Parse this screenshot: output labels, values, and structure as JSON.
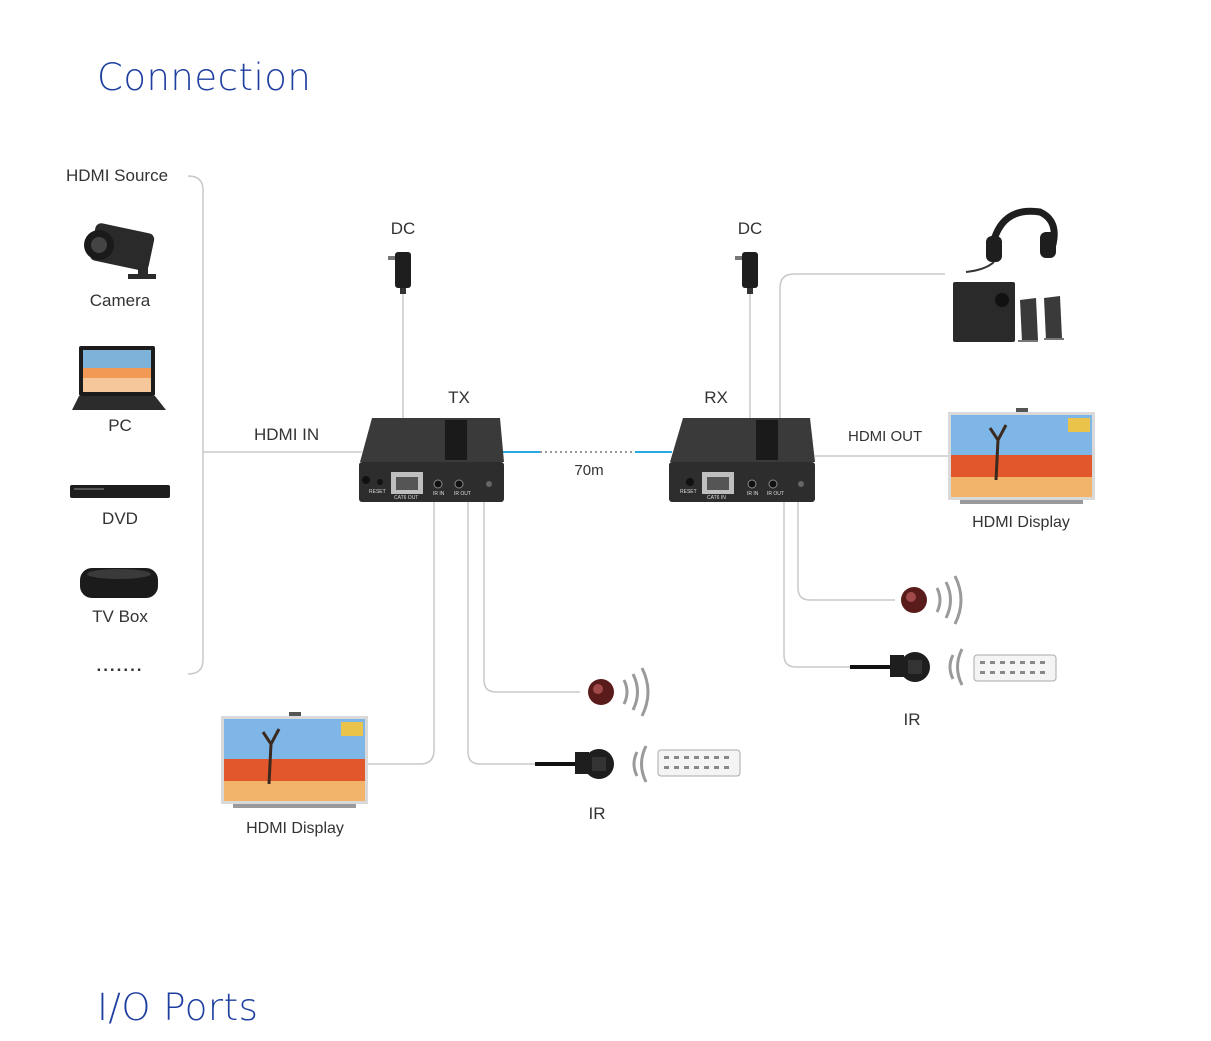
{
  "headings": {
    "connection": "Connection",
    "io_ports": "I/O Ports"
  },
  "sources": {
    "group_label": "HDMI Source",
    "items": [
      "Camera",
      "PC",
      "DVD",
      "TV Box"
    ],
    "more": "......."
  },
  "links": {
    "hdmi_in": "HDMI IN",
    "hdmi_out": "HDMI OUT",
    "distance": "70m"
  },
  "tx": {
    "label": "TX",
    "dc": "DC",
    "front_labels": [
      "RESET",
      "CAT6 OUT",
      "IR IN",
      "IR OUT"
    ]
  },
  "rx": {
    "label": "RX",
    "dc": "DC",
    "front_labels": [
      "RESET",
      "CAT6 IN",
      "IR IN",
      "IR OUT"
    ]
  },
  "displays": {
    "local": "HDMI Display",
    "remote": "HDMI Display"
  },
  "ir": {
    "tx_label": "IR",
    "rx_label": "IR"
  },
  "colors": {
    "heading": "#1f3fa0",
    "link": "#29a9e1",
    "line": "#bdbdbd",
    "device": "#2d2d2d"
  }
}
